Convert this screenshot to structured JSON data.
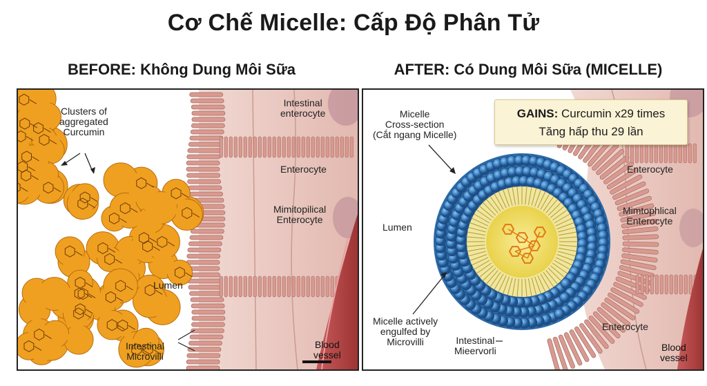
{
  "title": "Cơ Chế Micelle: Cấp Độ Phân Tử",
  "before": {
    "heading": "BEFORE: Không Dung Môi Sữa",
    "labels": {
      "clusters": [
        "Clusters of",
        "aggregated",
        "Curcumin"
      ],
      "intestinal_enterocyte": [
        "Intestinal",
        "enterocyte"
      ],
      "enterocyte": "Enterocyte",
      "mimtopilical": [
        "Mimitopilical",
        "Enterocyte"
      ],
      "lumen": "Lumen",
      "microvilli": [
        "Intestinal",
        "Microvilli"
      ],
      "blood_vessel": [
        "Blood",
        "vessel"
      ]
    }
  },
  "after": {
    "heading": "AFTER: Có Dung Môi Sữa (MICELLE)",
    "gains": {
      "bold": "GAINS:",
      "line1": "Curcumin x29 times",
      "line2": "Tăng hấp thu 29 lần"
    },
    "labels": {
      "micelle_cross": [
        "Micelle",
        "Cross-section",
        "(Cắt ngang Micelle)"
      ],
      "enterocyte_top": "Enterocyte",
      "mimtophlical": [
        "Mimtophlical",
        "Enterocyte"
      ],
      "lumen": "Lumen",
      "engulfed": [
        "Micelle actively",
        "engulfed by",
        "Microvilli"
      ],
      "microvilli": [
        "Intestinal",
        "Mieervorli"
      ],
      "enterocyte_bottom": "Enterocyte",
      "blood_vessel": [
        "Blood",
        "vessel"
      ]
    }
  },
  "colors": {
    "curcumin": "#f0a020",
    "curcumin_outline": "#b86d10",
    "tissue": "#e8c8c0",
    "villi": "#d89a90",
    "vessel": "#b84a4a",
    "micelle_blue": "#3c82c4",
    "micelle_core": "#f4e37a"
  }
}
